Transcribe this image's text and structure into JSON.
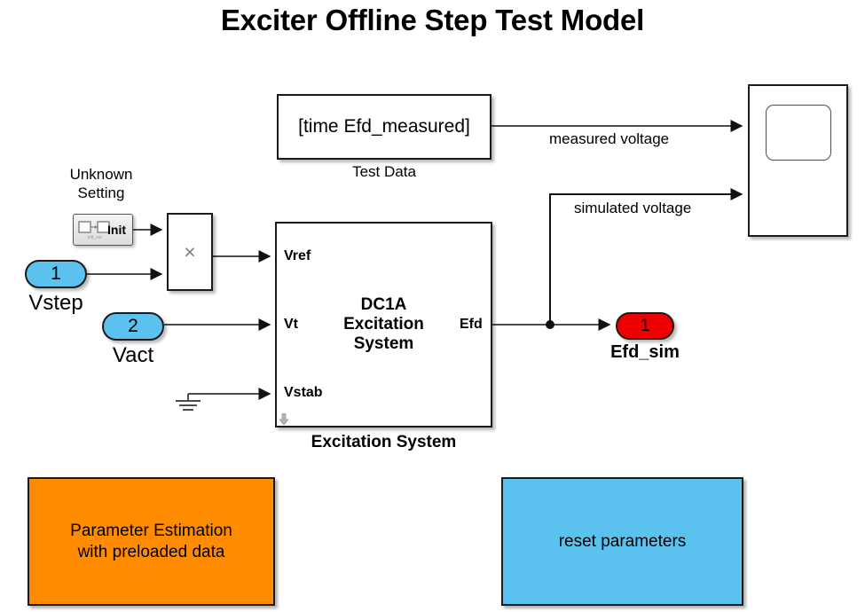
{
  "title": "Exciter Offline Step Test Model",
  "blocks": {
    "test_data": {
      "text": "[time Efd_measured]",
      "caption": "Test Data"
    },
    "unknown_setting": {
      "caption_line1": "Unknown",
      "caption_line2": "Setting",
      "init_label": "Init"
    },
    "product": {
      "symbol": "×"
    },
    "excitation_system": {
      "title_line1": "DC1A",
      "title_line2": "Excitation",
      "title_line3": "System",
      "caption": "Excitation System",
      "inputs": [
        "Vref",
        "Vt",
        "Vstab"
      ],
      "outputs": [
        "Efd"
      ]
    },
    "scope": {
      "caption": ""
    }
  },
  "ports": {
    "inputs": [
      {
        "number": "1",
        "name": "Vstep"
      },
      {
        "number": "2",
        "name": "Vact"
      }
    ],
    "outputs": [
      {
        "number": "1",
        "name": "Efd_sim"
      }
    ]
  },
  "signals": [
    {
      "label": "measured voltage"
    },
    {
      "label": "simulated voltage"
    }
  ],
  "buttons": [
    {
      "label_line1": "Parameter Estimation",
      "label_line2": "with preloaded data",
      "color": "#ff8c00"
    },
    {
      "label_line1": "reset parameters",
      "label_line2": "",
      "color": "#5bc2f0"
    }
  ],
  "colors": {
    "inport_fill": "#5bc2f0",
    "outport_fill": "#ee0000",
    "estimation_button": "#ff8c00",
    "reset_button": "#5bc2f0",
    "block_border": "#1a1a1a",
    "wire": "#4d4d4d",
    "background": "#ffffff"
  }
}
